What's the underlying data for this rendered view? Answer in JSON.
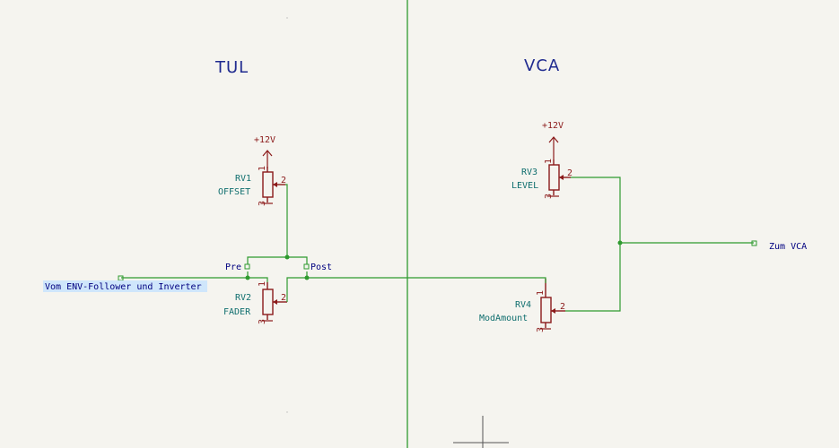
{
  "sections": {
    "left_title": "TUL",
    "right_title": "VCA"
  },
  "power": {
    "rv1_supply": "+12V",
    "rv3_supply": "+12V"
  },
  "components": {
    "rv1": {
      "ref": "RV1",
      "value": "OFFSET",
      "pin1": "1",
      "pin2": "2",
      "pin3": "3"
    },
    "rv2": {
      "ref": "RV2",
      "value": "FADER",
      "pin1": "1",
      "pin2": "2",
      "pin3": "3"
    },
    "rv3": {
      "ref": "RV3",
      "value": "LEVEL",
      "pin1": "1",
      "pin2": "2",
      "pin3": "3"
    },
    "rv4": {
      "ref": "RV4",
      "value": "ModAmount",
      "pin1": "1",
      "pin2": "2",
      "pin3": "3"
    }
  },
  "labels": {
    "input": "Vom ENV-Follower und Inverter",
    "pre": "Pre",
    "post": "Post",
    "output": "Zum VCA"
  },
  "colors": {
    "background": "#f5f4ef",
    "wire": "#2f9a2f",
    "component": "#8b1a1a",
    "reference": "#0f6e6e",
    "label": "#000080",
    "title": "#1f2a8f",
    "selection": "#cfe6fb"
  }
}
